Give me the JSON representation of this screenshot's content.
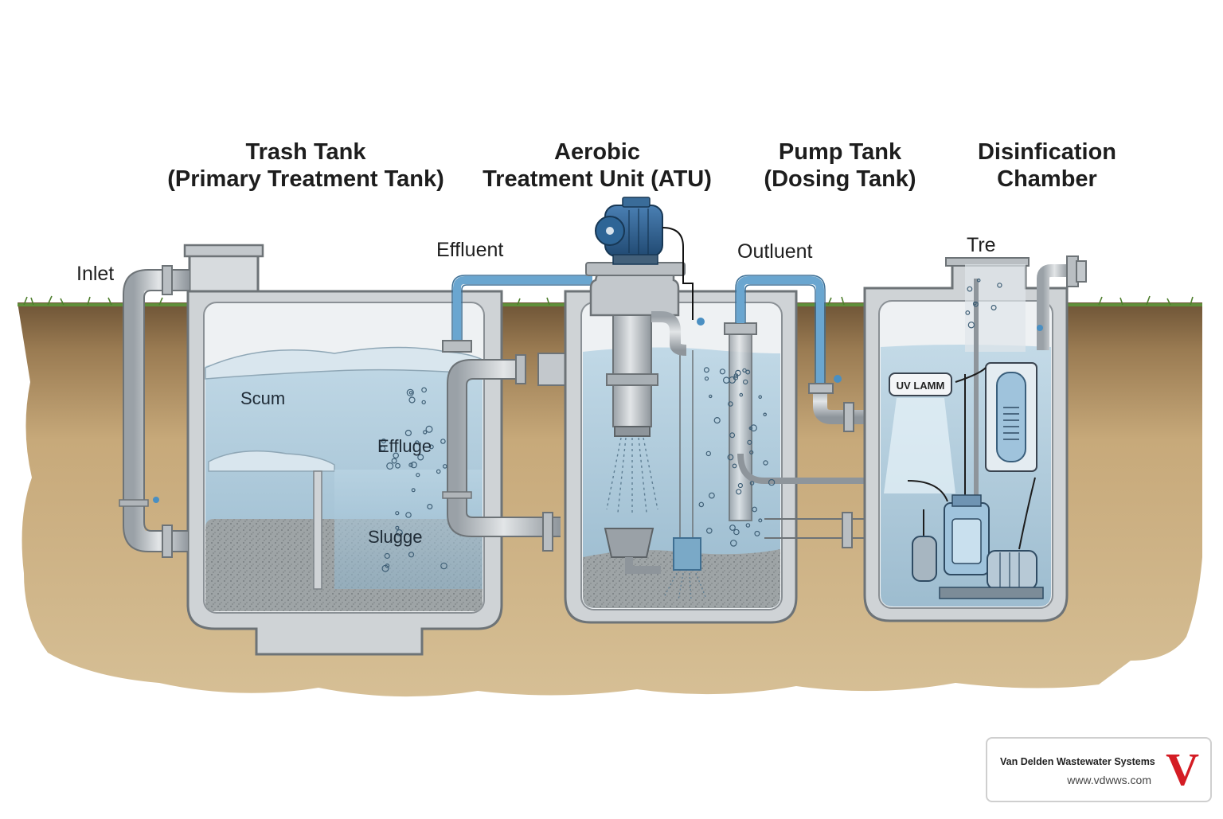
{
  "headings": {
    "trash_tank": {
      "line1": "Trash Tank",
      "line2": "(Primary Treatment Tank)"
    },
    "atu": {
      "line1": "Aerobic",
      "line2": "Treatment Unit (ATU)"
    },
    "pump_tank": {
      "line1": "Pump Tank",
      "line2": "(Dosing Tank)"
    },
    "disinfection": {
      "line1": "Disinfication",
      "line2": "Chamber"
    }
  },
  "pipe_labels": {
    "inlet": "Inlet",
    "effluent": "Effluent",
    "outluent": "Outluent",
    "tre": "Tre"
  },
  "layer_labels": {
    "scum": "Scum",
    "effluge": "Effluge",
    "slugge": "Slugge"
  },
  "uv_lamp": "UV LAMM",
  "brand": {
    "name": "Van Delden Wastewater Systems",
    "url": "www.vdwws.com",
    "logo_letter": "V"
  },
  "colors": {
    "water": "#a9c8da",
    "concrete": "#cfd3d6",
    "soil": "#c7a97a",
    "grass": "#5f8f3a",
    "pipe": "#c3c8cc",
    "pipe_blue": "#6aa6d0",
    "motor": "#2f5e8e",
    "brand_red": "#d41c24"
  },
  "icons": [
    "motor-icon",
    "pump-icon",
    "uv-lamp-icon",
    "valve-icon"
  ]
}
